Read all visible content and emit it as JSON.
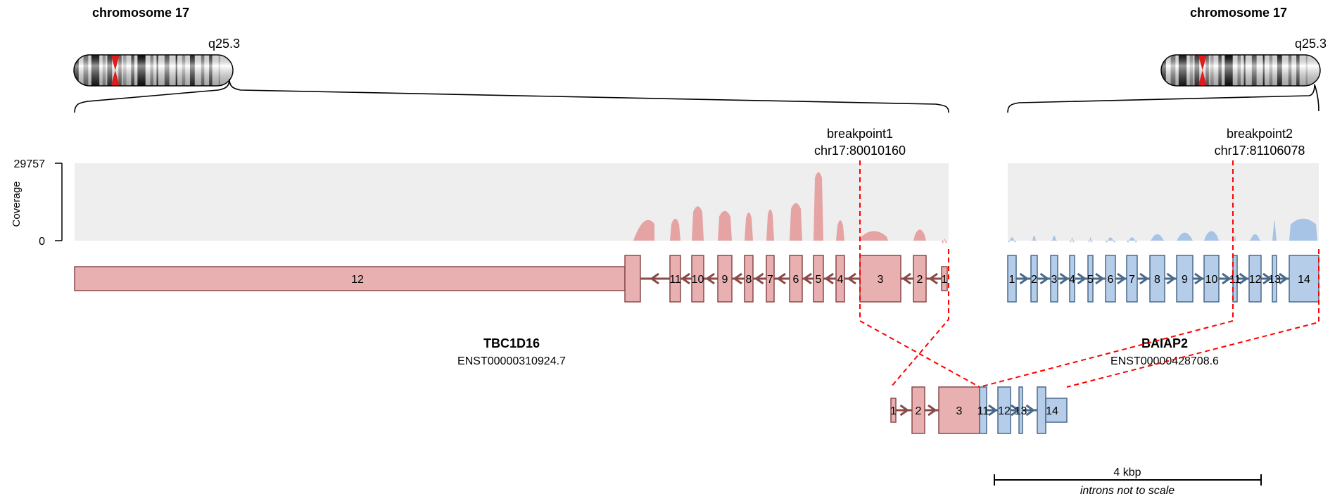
{
  "chromosomes": {
    "left": {
      "title": "chromosome 17",
      "band": "q25.3"
    },
    "right": {
      "title": "chromosome 17",
      "band": "q25.3"
    }
  },
  "coverage": {
    "ylabel": "Coverage",
    "max_tick": "29757",
    "min_tick": "0",
    "gene1_color": "#e5a3a3",
    "gene2_color": "#a7c3e6",
    "background": "#eeeeee"
  },
  "breakpoints": [
    {
      "label": "breakpoint1",
      "position": "chr17:80010160"
    },
    {
      "label": "breakpoint2",
      "position": "chr17:81106078"
    }
  ],
  "genes": [
    {
      "name": "TBC1D16",
      "transcript": "ENST00000310924.7",
      "strand": "-",
      "fill": "#e8b0b0",
      "stroke": "#8b4a4a",
      "exons": [
        "12",
        "11",
        "10",
        "9",
        "8",
        "7",
        "6",
        "5",
        "4",
        "3",
        "2",
        "1"
      ]
    },
    {
      "name": "BAIAP2",
      "transcript": "ENST00000428708.6",
      "strand": "+",
      "fill": "#b5cde8",
      "stroke": "#4a6a8b",
      "exons": [
        "1",
        "2",
        "3",
        "4",
        "5",
        "6",
        "7",
        "8",
        "9",
        "10",
        "11",
        "12",
        "13",
        "14"
      ]
    }
  ],
  "fusion": {
    "exons": [
      {
        "label": "1",
        "gene": "TBC1D16"
      },
      {
        "label": "2",
        "gene": "TBC1D16"
      },
      {
        "label": "3",
        "gene": "TBC1D16"
      },
      {
        "label": "11",
        "gene": "BAIAP2"
      },
      {
        "label": "12",
        "gene": "BAIAP2"
      },
      {
        "label": "13",
        "gene": "BAIAP2"
      },
      {
        "label": "14",
        "gene": "BAIAP2"
      }
    ]
  },
  "scale": {
    "label": "4 kbp",
    "note": "introns not to scale"
  },
  "colors": {
    "breakpoint_line": "#ff0000"
  }
}
